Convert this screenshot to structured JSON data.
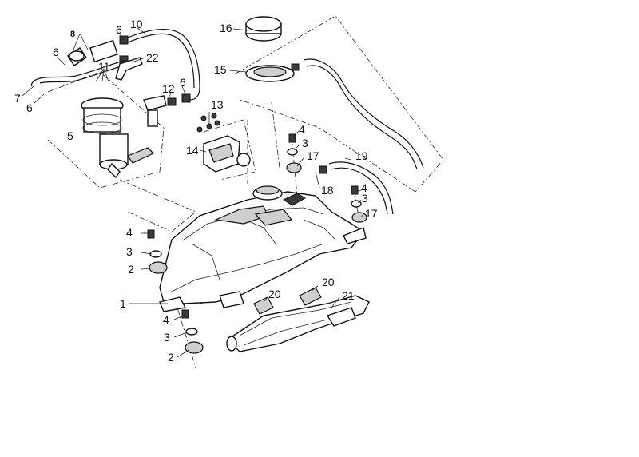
{
  "callouts": {
    "c1": "1",
    "c2": "2",
    "c3": "3",
    "c4": "4",
    "c5": "5",
    "c6": "6",
    "c7": "7",
    "c8": "8",
    "c10": "10",
    "c11": "11",
    "c12": "12",
    "c13": "13",
    "c14": "14",
    "c15": "15",
    "c16": "16",
    "c17": "17",
    "c18": "18",
    "c19": "19",
    "c20": "20",
    "c21": "21",
    "c22": "22"
  }
}
